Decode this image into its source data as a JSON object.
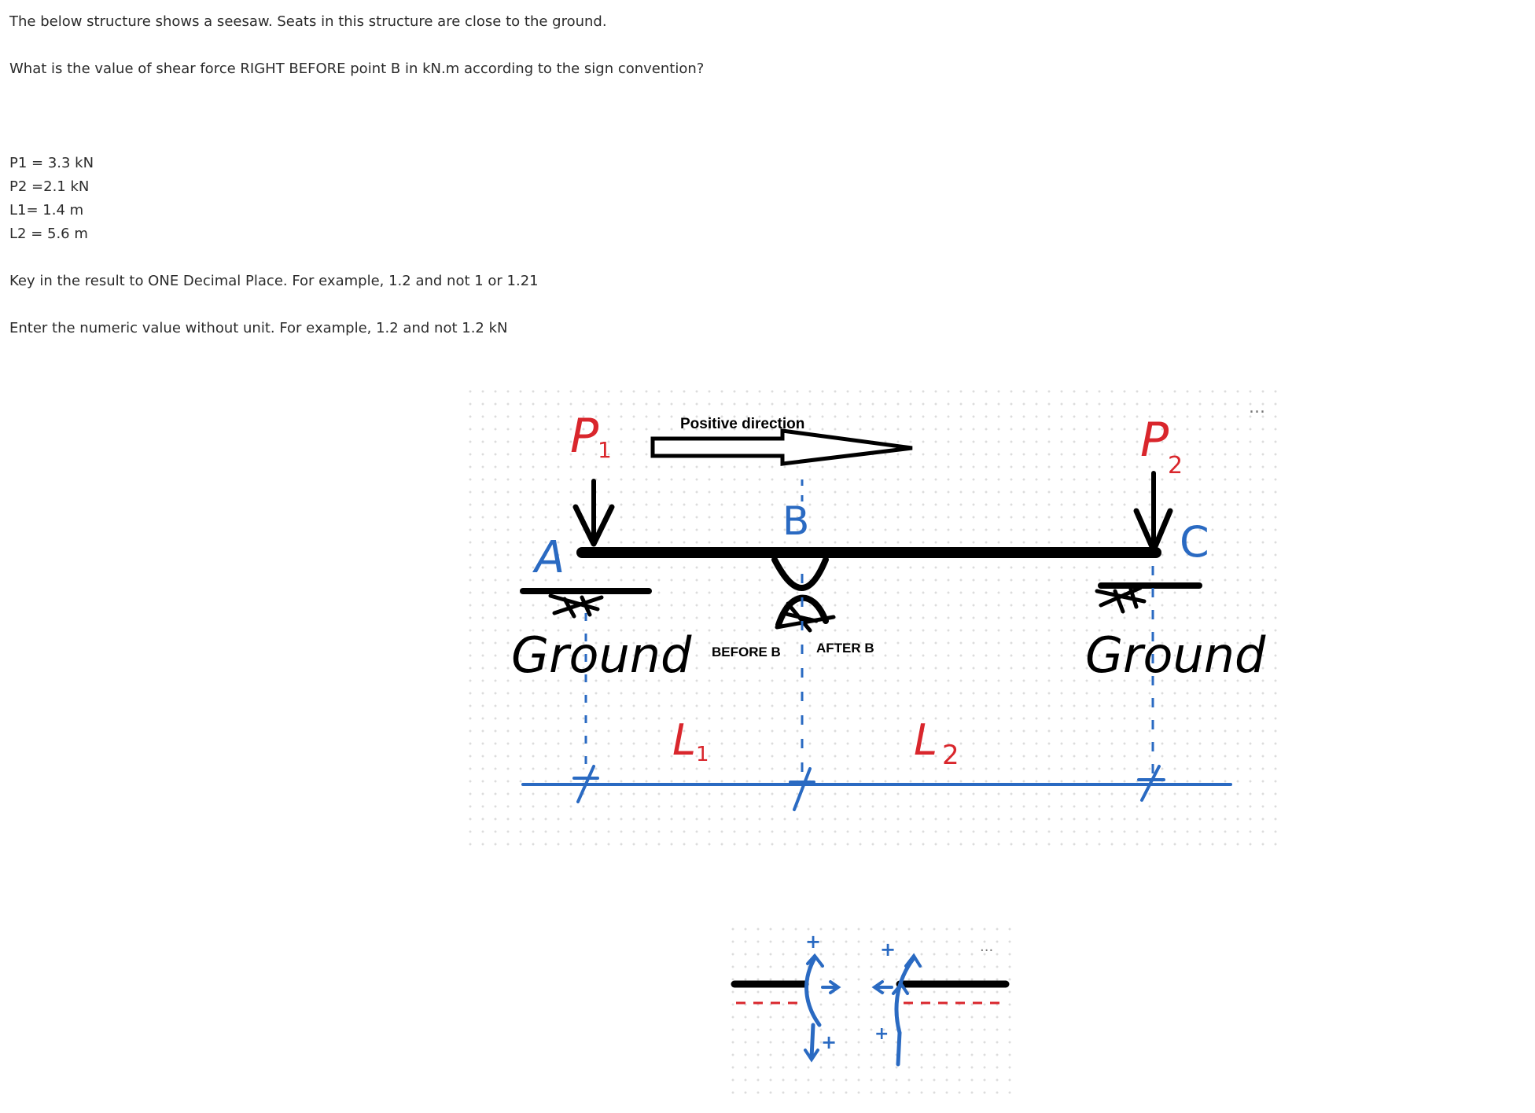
{
  "question": {
    "intro": "The below structure shows a seesaw. Seats in this structure are close to the ground.",
    "prompt": "What is the value of shear force RIGHT BEFORE point B in kN.m according to the sign convention?",
    "params": [
      "P1 = 3.3 kN",
      "P2 =2.1 kN",
      "L1= 1.4 m",
      "L2 = 5.6 m"
    ],
    "instruction_decimal": "Key in the result to ONE Decimal Place. For example, 1.2 and not 1 or 1.21",
    "instruction_unit": "Enter the numeric value without unit. For example, 1.2 and not 1.2 kN"
  },
  "figure_main": {
    "label_p1_main": "P",
    "label_p1_sub": "1",
    "label_p2_main": "P",
    "label_p2_sub": "2",
    "positive_direction": "Positive direction",
    "label_a": "A",
    "label_b": "B",
    "label_c": "C",
    "ground_left": "Ground",
    "ground_right": "Ground",
    "before_b": "BEFORE B",
    "after_b": "AFTER B",
    "label_l1_main": "L",
    "label_l1_sub": "1",
    "label_l2_main": "L",
    "label_l2_sub": "2",
    "more": "..."
  },
  "figure_sign": {
    "plus": "+",
    "more": "..."
  },
  "colors": {
    "ink_black": "#000000",
    "ink_red": "#d9262c",
    "ink_blue": "#2a6ac2"
  }
}
